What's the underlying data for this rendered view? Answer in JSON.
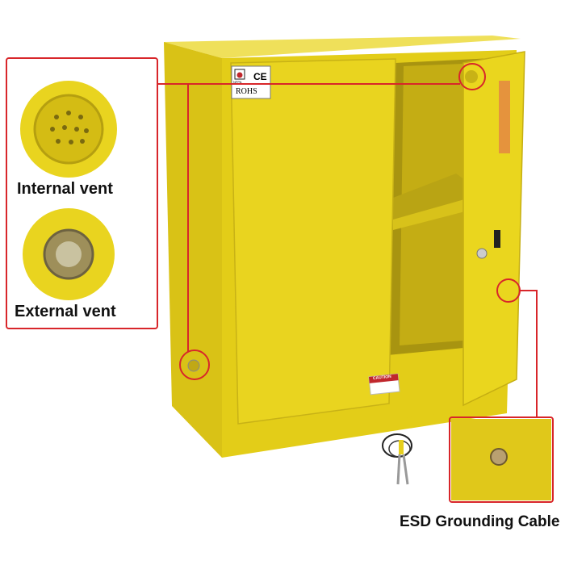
{
  "callouts": {
    "internal_vent": "Internal vent",
    "external_vent": "External vent",
    "esd": "ESD Grounding Cable"
  },
  "labels": {
    "certification_ce": "CE",
    "certification_nfpa": "NFPA",
    "certification_rohs": "ROHS",
    "caution": "CAUTION"
  },
  "colors": {
    "cabinet_yellow": "#e8d21c",
    "callout_red": "#d8262a"
  }
}
